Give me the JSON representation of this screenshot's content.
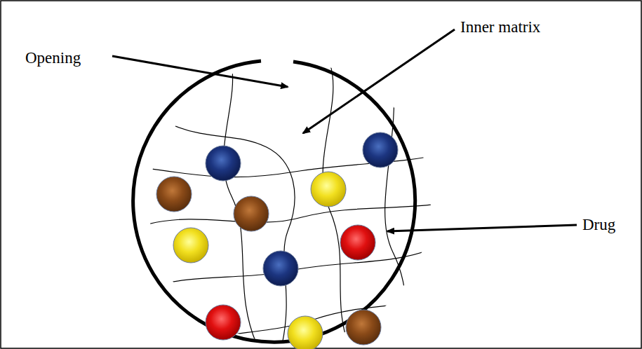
{
  "diagram": {
    "labels": [
      "Opening",
      "Inner matrix",
      "Drug"
    ]
  }
}
